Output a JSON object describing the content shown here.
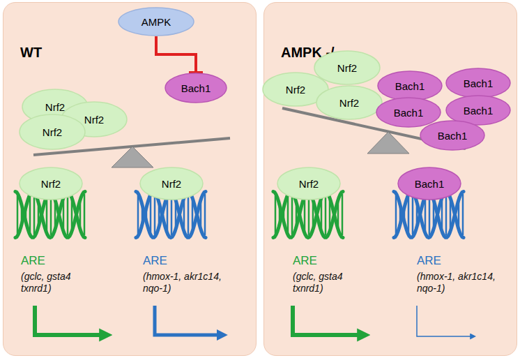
{
  "diagram": {
    "nodes": [
      {
        "text": [
          "WT"
        ]
      },
      {
        "text": [
          "AMPK"
        ],
        "in": 0
      },
      {
        "text": [
          "Nrf2"
        ],
        "in": 0
      },
      {
        "text": [
          "Nrf2"
        ],
        "in": 0
      },
      {
        "text": [
          "Nrf2"
        ],
        "in": 0
      },
      {
        "text": [
          "Bach1"
        ],
        "in": 0
      },
      {
        "text": [
          "Nrf2"
        ],
        "in": 0
      },
      {
        "text": [
          "Nrf2"
        ],
        "in": 0
      },
      {
        "text": [
          "AMPK -/-"
        ]
      },
      {
        "text": [
          "Nrf2"
        ],
        "in": 8
      },
      {
        "text": [
          "Nrf2"
        ],
        "in": 8
      },
      {
        "text": [
          "Nrf2"
        ],
        "in": 8
      },
      {
        "text": [
          "Bach1"
        ],
        "in": 8
      },
      {
        "text": [
          "Bach1"
        ],
        "in": 8
      },
      {
        "text": [
          "Bach1"
        ],
        "in": 8
      },
      {
        "text": [
          "Bach1"
        ],
        "in": 8
      },
      {
        "text": [
          "Bach1"
        ],
        "in": 8
      },
      {
        "text": [
          "Nrf2"
        ],
        "in": 8
      },
      {
        "text": [
          "Bach1"
        ],
        "in": 8
      }
    ],
    "edges": [
      {
        "from": 1,
        "to": 5,
        "arrow": "to"
      }
    ],
    "labels": [
      "ARE",
      "(gclc, gsta4 txnrd1)",
      "ARE",
      "(hmox-1, akr1c14, nqo-1)",
      "ARE",
      "(gclc, gsta4 txnrd1)",
      "ARE",
      "(hmox-1, akr1c14, nqo-1)"
    ]
  }
}
